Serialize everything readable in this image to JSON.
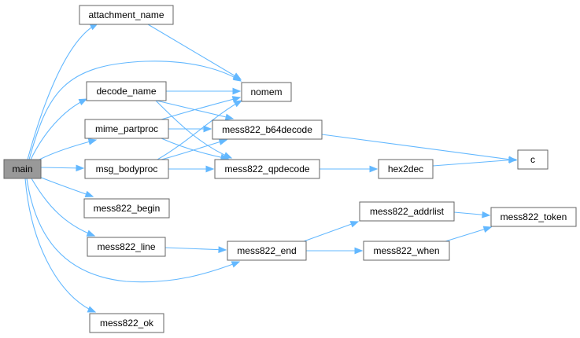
{
  "diagram": {
    "colors": {
      "edge": "#63b8ff",
      "node_border": "#666666",
      "root_fill": "#999999",
      "node_fill": "#ffffff"
    },
    "nodes": {
      "main": "main",
      "attachment_name": "attachment_name",
      "decode_name": "decode_name",
      "mime_partproc": "mime_partproc",
      "msg_bodyproc": "msg_bodyproc",
      "mess822_begin": "mess822_begin",
      "mess822_line": "mess822_line",
      "mess822_ok": "mess822_ok",
      "nomem": "nomem",
      "mess822_b64decode": "mess822_b64decode",
      "mess822_qpdecode": "mess822_qpdecode",
      "hex2dec": "hex2dec",
      "c": "c",
      "mess822_end": "mess822_end",
      "mess822_addrlist": "mess822_addrlist",
      "mess822_when": "mess822_when",
      "mess822_token": "mess822_token"
    },
    "edges": [
      [
        "main",
        "attachment_name"
      ],
      [
        "main",
        "nomem"
      ],
      [
        "main",
        "decode_name"
      ],
      [
        "main",
        "mime_partproc"
      ],
      [
        "main",
        "msg_bodyproc"
      ],
      [
        "main",
        "mess822_begin"
      ],
      [
        "main",
        "mess822_line"
      ],
      [
        "main",
        "mess822_end"
      ],
      [
        "main",
        "mess822_ok"
      ],
      [
        "attachment_name",
        "nomem"
      ],
      [
        "decode_name",
        "nomem"
      ],
      [
        "decode_name",
        "mess822_b64decode"
      ],
      [
        "decode_name",
        "mess822_qpdecode"
      ],
      [
        "mime_partproc",
        "nomem"
      ],
      [
        "mime_partproc",
        "mess822_b64decode"
      ],
      [
        "mime_partproc",
        "mess822_qpdecode"
      ],
      [
        "msg_bodyproc",
        "nomem"
      ],
      [
        "msg_bodyproc",
        "mess822_b64decode"
      ],
      [
        "msg_bodyproc",
        "mess822_qpdecode"
      ],
      [
        "mess822_b64decode",
        "c"
      ],
      [
        "mess822_qpdecode",
        "hex2dec"
      ],
      [
        "hex2dec",
        "c"
      ],
      [
        "mess822_line",
        "mess822_end"
      ],
      [
        "mess822_end",
        "mess822_addrlist"
      ],
      [
        "mess822_end",
        "mess822_when"
      ],
      [
        "mess822_addrlist",
        "mess822_token"
      ],
      [
        "mess822_when",
        "mess822_token"
      ]
    ]
  }
}
